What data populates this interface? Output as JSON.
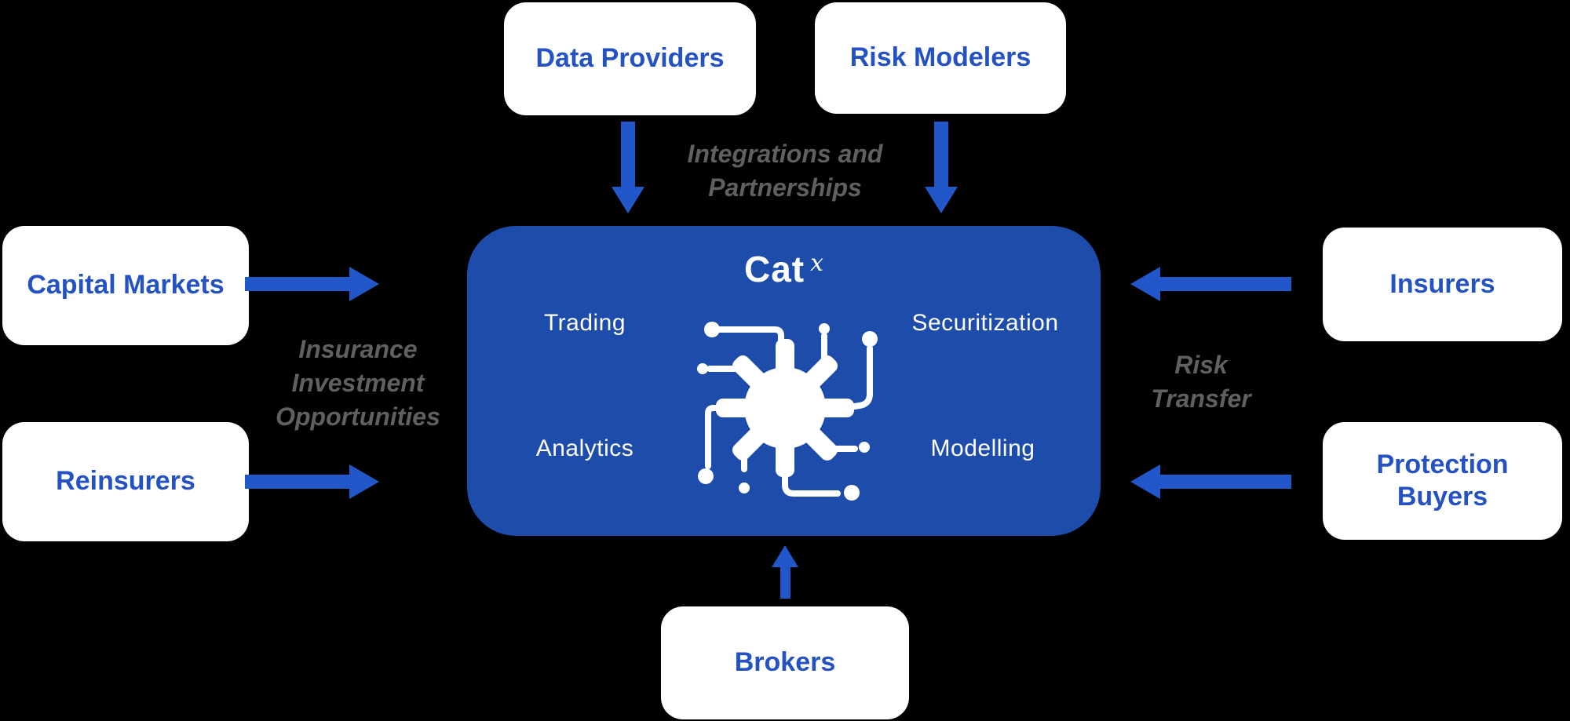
{
  "colors": {
    "background": "#000000",
    "panel": "#1e4cab",
    "arrow": "#2157c8",
    "card_text": "#2452c3",
    "flow_text": "#606060",
    "card_bg": "#ffffff",
    "panel_text": "#ffffff"
  },
  "center_panel": {
    "logo": {
      "text": "Cat",
      "superscript": "x"
    },
    "features": {
      "top_left": "Trading",
      "top_right": "Securitization",
      "bottom_left": "Analytics",
      "bottom_right": "Modelling"
    },
    "icon": "catx-network-gear-icon"
  },
  "cards": {
    "data_providers": {
      "label": "Data Providers"
    },
    "risk_modelers": {
      "label": "Risk Modelers"
    },
    "capital_markets": {
      "label": "Capital Markets"
    },
    "reinsurers": {
      "label": "Reinsurers"
    },
    "insurers": {
      "label": "Insurers"
    },
    "protection_buyers": {
      "label": "Protection Buyers"
    },
    "brokers": {
      "label": "Brokers"
    }
  },
  "flow_labels": {
    "top": {
      "line1": "Integrations and",
      "line2": "Partnerships"
    },
    "left": {
      "line1": "Insurance",
      "line2": "Investment",
      "line3": "Opportunities"
    },
    "right": {
      "line1": "Risk",
      "line2": "Transfer"
    }
  }
}
